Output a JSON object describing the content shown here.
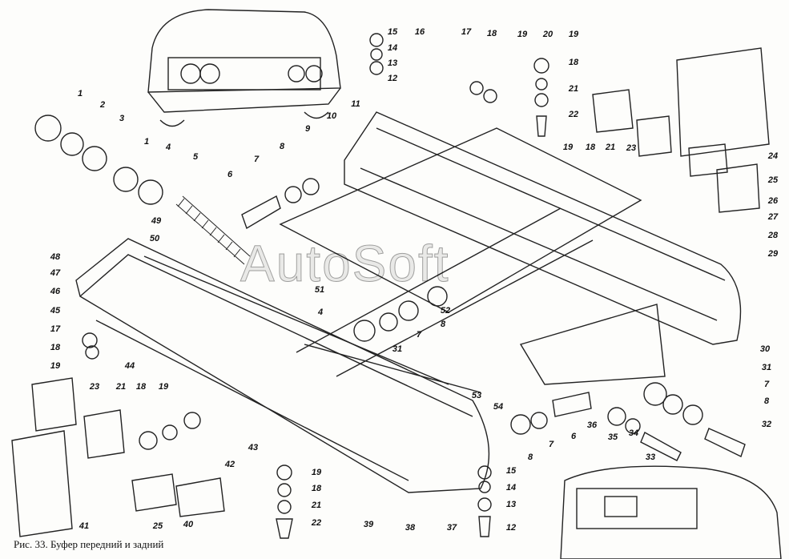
{
  "caption": "Рис. 33. Буфер передний и задний",
  "watermark": "AutoSoft",
  "labels": [
    "1",
    "2",
    "3",
    "1",
    "4",
    "5",
    "6",
    "7",
    "8",
    "9",
    "10",
    "11",
    "12",
    "13",
    "14",
    "15",
    "16",
    "17",
    "18",
    "19",
    "20",
    "19",
    "18",
    "21",
    "22",
    "19",
    "18",
    "21",
    "23",
    "24",
    "25",
    "26",
    "27",
    "28",
    "29",
    "30",
    "31",
    "7",
    "8",
    "32",
    "33",
    "34",
    "35",
    "36",
    "6",
    "7",
    "8",
    "54",
    "53",
    "52",
    "51",
    "50",
    "49",
    "48",
    "47",
    "46",
    "45",
    "17",
    "18",
    "19",
    "44",
    "23",
    "21",
    "18",
    "19",
    "4",
    "7",
    "8",
    "31",
    "43",
    "42",
    "19",
    "18",
    "21",
    "22",
    "39",
    "38",
    "37",
    "15",
    "14",
    "13",
    "12",
    "41",
    "25",
    "40"
  ]
}
